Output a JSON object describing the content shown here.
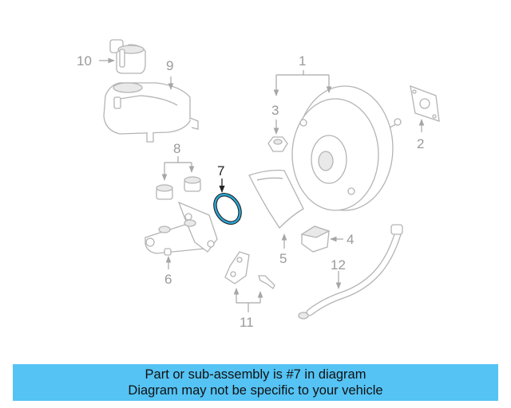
{
  "diagram": {
    "callouts": [
      "1",
      "2",
      "3",
      "4",
      "5",
      "6",
      "7",
      "8",
      "9",
      "10",
      "11",
      "12"
    ],
    "highlight_color": "#2aa6d6"
  },
  "caption": {
    "line1": "Part or sub-assembly is #7 in diagram",
    "line2": "Diagram may not be specific to your vehicle",
    "background": "#55c3f4"
  }
}
